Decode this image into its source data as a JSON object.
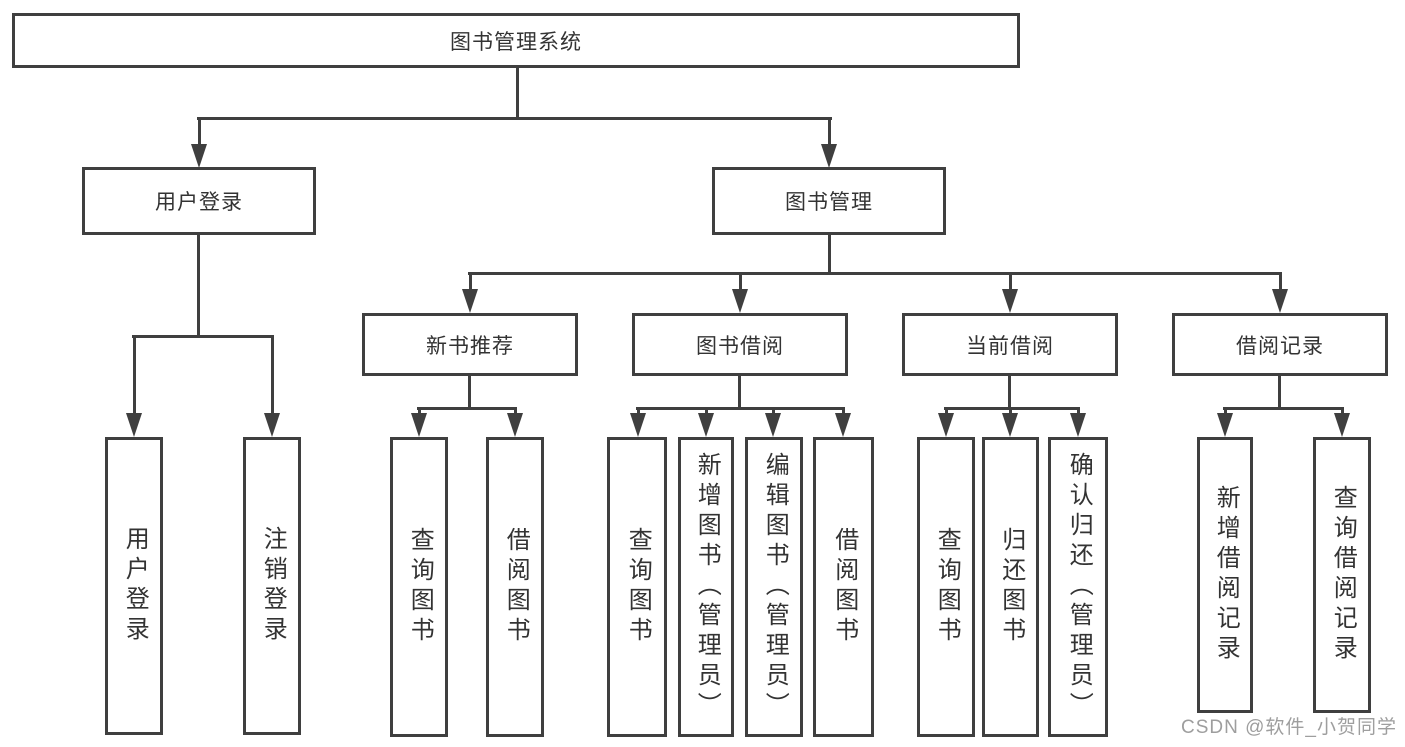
{
  "diagram_title": "图书管理系统",
  "nodes": {
    "root_label": "图书管理系统",
    "level2": {
      "login": "用户登录",
      "management": "图书管理"
    },
    "level3": {
      "new_books": "新书推荐",
      "borrowing": "图书借阅",
      "current": "当前借阅",
      "records": "借阅记录"
    },
    "leaves": {
      "login": [
        "用户登录",
        "注销登录"
      ],
      "new_books": [
        "查询图书",
        "借阅图书"
      ],
      "borrowing": [
        "查询图书",
        "新增图书（管理员）",
        "编辑图书（管理员）",
        "借阅图书"
      ],
      "current": [
        "查询图书",
        "归还图书",
        "确认归还（管理员）"
      ],
      "records": [
        "新增借阅记录",
        "查询借阅记录"
      ]
    }
  },
  "watermark": {
    "text": "CSDN @软件_小贺同学",
    "color": "#9e9e9e"
  },
  "colors": {
    "line": "#3f3f3f",
    "text": "#333333",
    "background": "#ffffff"
  }
}
